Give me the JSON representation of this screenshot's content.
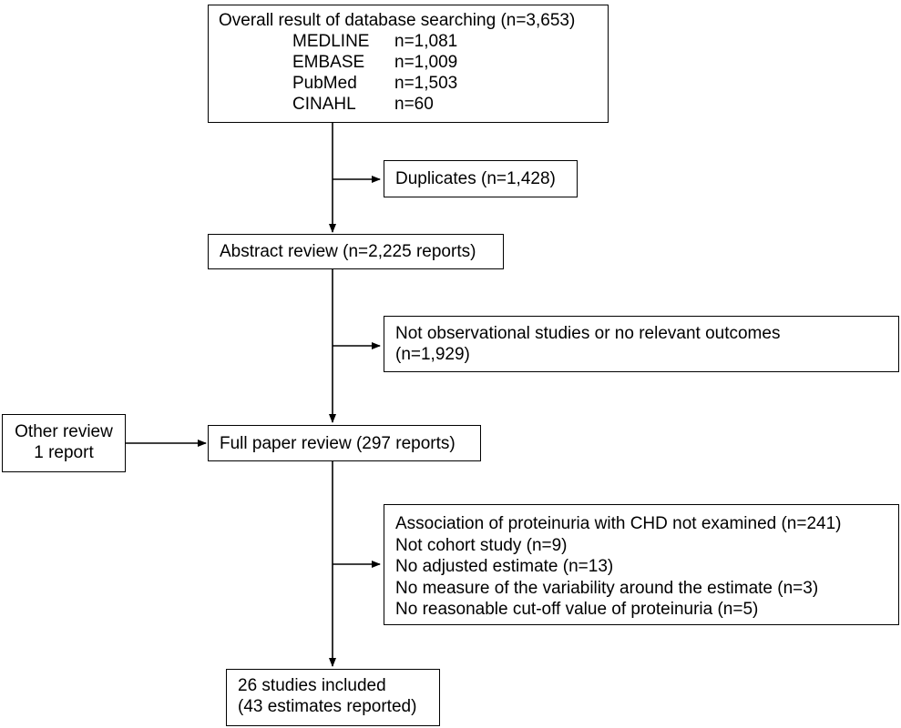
{
  "boxes": {
    "database_search": {
      "title": "Overall result of database searching (n=3,653)",
      "sources": [
        {
          "name": "MEDLINE",
          "count": "n=1,081"
        },
        {
          "name": "EMBASE",
          "count": "n=1,009"
        },
        {
          "name": "PubMed",
          "count": "n=1,503"
        },
        {
          "name": "CINAHL",
          "count": "n=60"
        }
      ]
    },
    "duplicates": {
      "text": "Duplicates (n=1,428)"
    },
    "abstract_review": {
      "text": "Abstract review (n=2,225 reports)"
    },
    "not_observational": {
      "lines": [
        "Not observational studies or no relevant outcomes",
        "(n=1,929)"
      ]
    },
    "other_review": {
      "lines": [
        "Other review",
        "1 report"
      ]
    },
    "full_paper_review": {
      "text": "Full paper review (297 reports)"
    },
    "exclusions": {
      "lines": [
        "Association of proteinuria with CHD not examined (n=241)",
        "Not cohort study (n=9)",
        "No adjusted estimate (n=13)",
        "No measure of the variability around the estimate (n=3)",
        "No reasonable cut-off value of proteinuria (n=5)"
      ]
    },
    "included": {
      "lines": [
        "26 studies included",
        "(43 estimates reported)"
      ]
    }
  }
}
